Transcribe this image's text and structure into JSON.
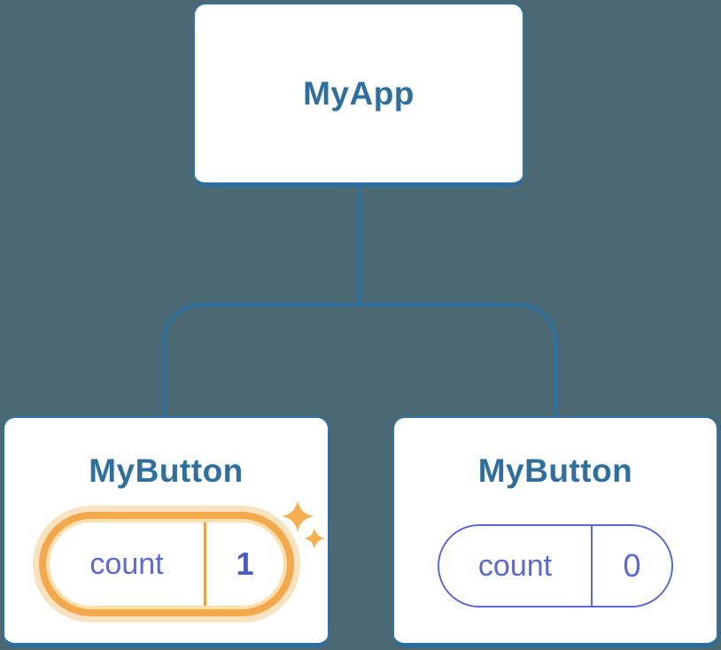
{
  "diagram": {
    "background_color": "#4b6972",
    "connector_color": "#2e709f",
    "node_border_color": "#3172a1",
    "title_color": "#2f6f9d",
    "state_color": "#5d68d8",
    "highlight_color": "#f4a84c",
    "sparkle_color": "#f6ae50",
    "root": {
      "label": "MyApp"
    },
    "children": [
      {
        "label": "MyButton",
        "state_key": "count",
        "state_value": "1",
        "highlighted": true
      },
      {
        "label": "MyButton",
        "state_key": "count",
        "state_value": "0",
        "highlighted": false
      }
    ]
  }
}
